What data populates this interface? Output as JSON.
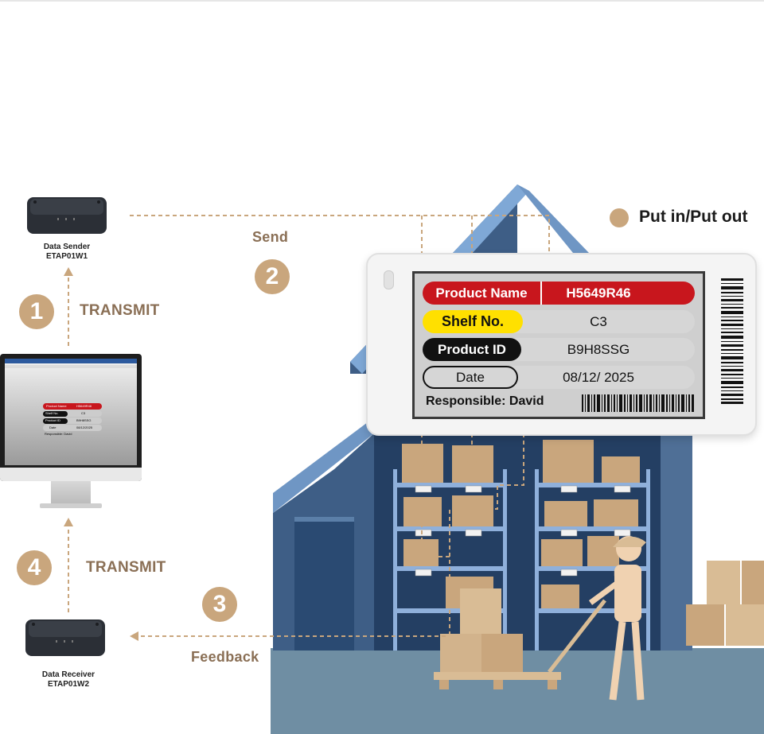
{
  "legend": {
    "label": "Put in/Put out"
  },
  "devices": {
    "sender": {
      "name": "Data Sender",
      "model": "ETAP01W1"
    },
    "receiver": {
      "name": "Data Receiver",
      "model": "ETAP01W2"
    }
  },
  "steps": [
    {
      "number": "1",
      "label": "TRANSMIT"
    },
    {
      "number": "2",
      "label": "Send"
    },
    {
      "number": "3",
      "label": "Feedback"
    },
    {
      "number": "4",
      "label": "TRANSMIT"
    }
  ],
  "tag": {
    "product_name_label": "Product Name",
    "product_name_value": "H5649R46",
    "shelf_label": "Shelf No.",
    "shelf_value": "C3",
    "product_id_label": "Product ID",
    "product_id_value": "B9H8SSG",
    "date_label": "Date",
    "date_value": "08/12/ 2025",
    "responsible": "Responsible: David"
  },
  "monitor": {
    "product_name_label": "Product Name",
    "product_name_value": "H5649R46",
    "shelf_label": "Shelf No.",
    "shelf_value": "C3",
    "product_id_label": "Product ID",
    "product_id_value": "B9H8SSG",
    "date_label": "Date",
    "date_value": "08/12/2025",
    "responsible": "Responsible: David"
  },
  "colors": {
    "accent": "#c9a67d",
    "tag_red": "#c8161d",
    "highlight": "#ffe000",
    "house": "#4f6f96",
    "floor": "#6f8ea3"
  }
}
